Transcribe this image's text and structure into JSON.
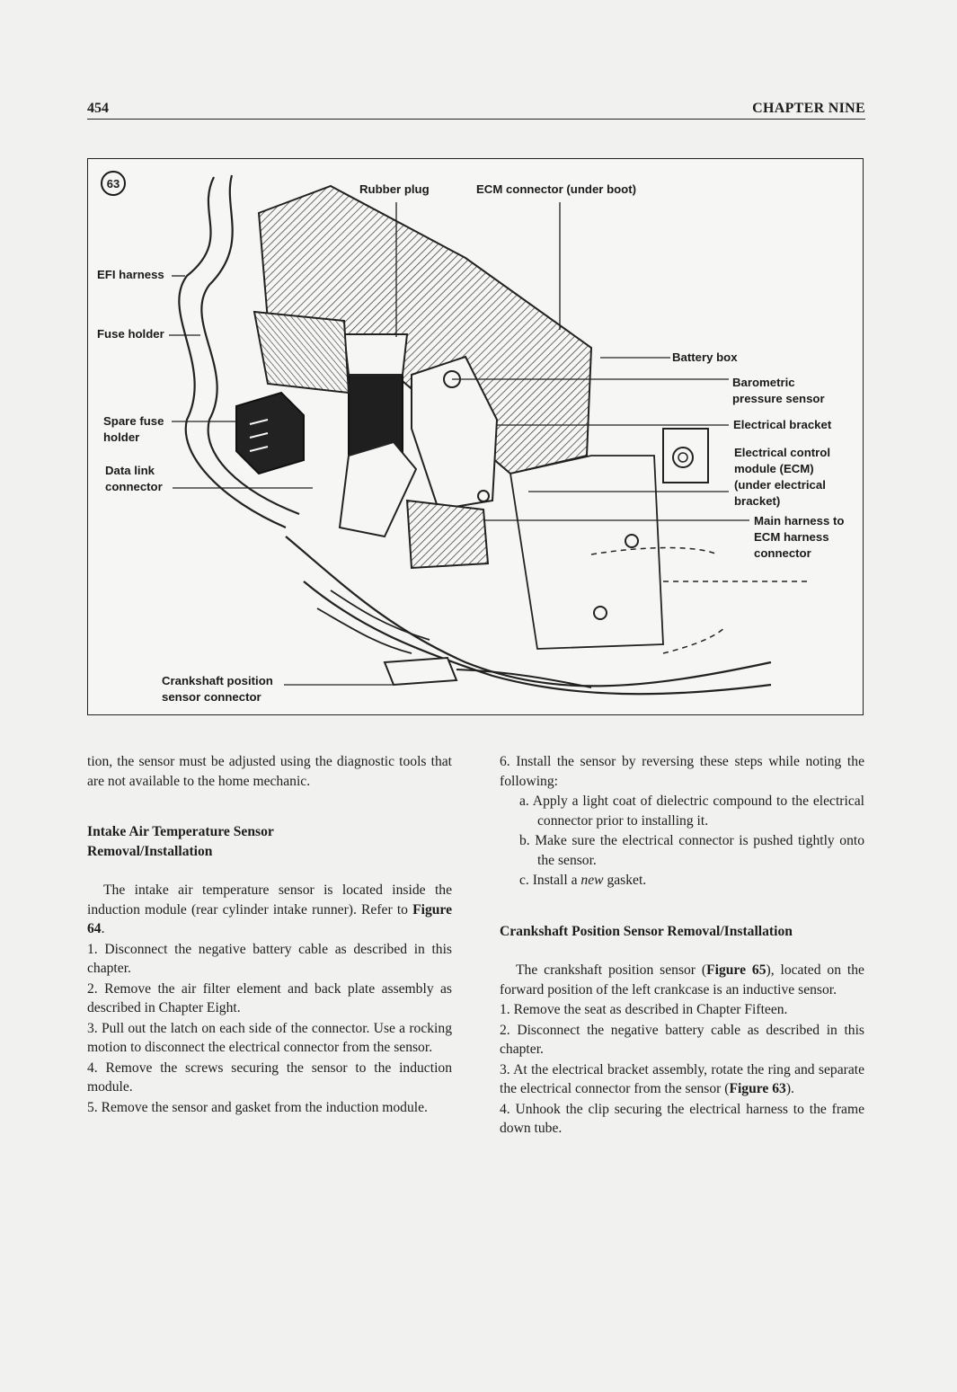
{
  "header": {
    "page_number": "454",
    "chapter": "CHAPTER NINE"
  },
  "figure": {
    "number": "63",
    "labels": {
      "rubber_plug": "Rubber plug",
      "ecm_connector": "ECM connector (under boot)",
      "efi_harness": "EFI harness",
      "fuse_holder": "Fuse holder",
      "spare_fuse_holder": "Spare fuse\nholder",
      "data_link_connector": "Data link\nconnector",
      "crankshaft_sensor_connector": "Crankshaft position\nsensor connector",
      "battery_box": "Battery box",
      "barometric_sensor": "Barometric\npressure sensor",
      "electrical_bracket": "Electrical bracket",
      "ecm": "Electrical control\nmodule (ECM)\n(under electrical\nbracket)",
      "main_harness": "Main harness to\nECM harness\nconnector"
    }
  },
  "left_column": {
    "intro": "tion, the sensor must be adjusted using the diagnostic tools that are not available to the home mechanic.",
    "heading_line1": "Intake Air Temperature Sensor",
    "heading_line2": "Removal/Installation",
    "para_before": "The intake air temperature sensor is located inside the induction module (rear cylinder intake runner). Refer to ",
    "para_ref": "Figure 64",
    "para_after": ".",
    "steps": [
      "1. Disconnect the negative battery cable as described in this chapter.",
      "2. Remove the air filter element and back plate assembly as described in Chapter Eight.",
      "3. Pull out the latch on each side of the connector. Use a rocking motion to disconnect the electrical connector from the sensor.",
      "4. Remove the screws securing the sensor to the induction module.",
      "5. Remove the sensor and gasket from the induction module."
    ]
  },
  "right_column": {
    "step6": "6. Install the sensor by reversing these steps while noting the following:",
    "sub_a": "a. Apply a light coat of dielectric compound to the electrical connector prior to installing it.",
    "sub_b": "b. Make sure the electrical connector is pushed tightly onto the sensor.",
    "sub_c_before": "c. Install a ",
    "sub_c_em": "new",
    "sub_c_after": " gasket.",
    "heading": "Crankshaft Position Sensor Removal/Installation",
    "para_before": "The crankshaft position sensor (",
    "para_ref": "Figure 65",
    "para_after": "), located on the forward position of the left crankcase is an inductive sensor.",
    "step1": "1. Remove the seat as described in Chapter Fifteen.",
    "step2": "2. Disconnect the negative battery cable as described in this chapter.",
    "step3_before": "3. At the electrical bracket assembly, rotate the ring and separate the electrical connector from the sensor (",
    "step3_ref": "Figure 63",
    "step3_after": ").",
    "step4": "4. Unhook the clip securing the electrical harness to the frame down tube."
  }
}
